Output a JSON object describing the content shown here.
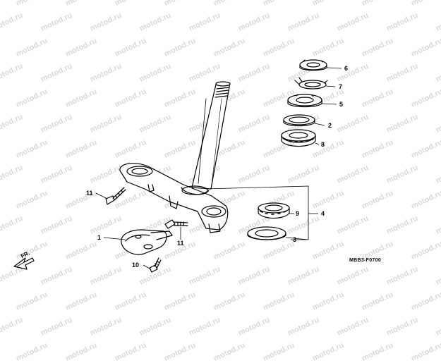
{
  "watermark": "motod.ru",
  "callouts": {
    "c1": "1",
    "c2": "2",
    "c3": "3",
    "c4": "4",
    "c5": "5",
    "c6": "6",
    "c7": "7",
    "c8": "8",
    "c9": "9",
    "c10": "10",
    "c11a": "11",
    "c11b": "11"
  },
  "direction_label": "FR.",
  "diagram_code": "MBB3-F0700"
}
